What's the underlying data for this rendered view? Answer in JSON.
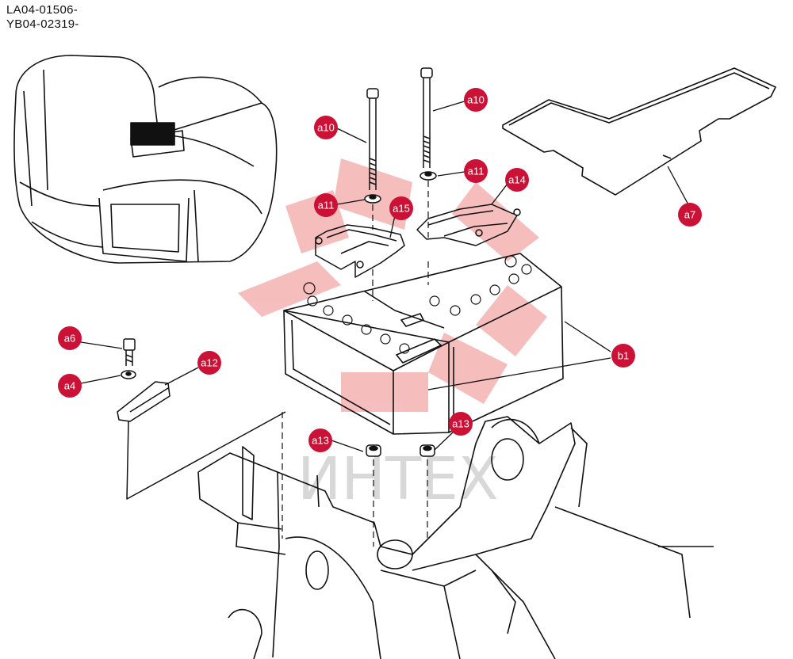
{
  "header": {
    "serial_lines": [
      "LA04-01506-",
      "YB04-02319-"
    ]
  },
  "watermark": {
    "text": "ИНТЕХ",
    "logo_color": "#f3a8a8",
    "text_color": "#cfcfcf"
  },
  "callout_color": "#cc1136",
  "line_color": "#111111",
  "callouts": [
    {
      "id": "a10-left",
      "label": "a10"
    },
    {
      "id": "a10-right",
      "label": "a10"
    },
    {
      "id": "a11-left",
      "label": "a11"
    },
    {
      "id": "a11-right",
      "label": "a11"
    },
    {
      "id": "a14",
      "label": "a14"
    },
    {
      "id": "a15",
      "label": "a15"
    },
    {
      "id": "a7",
      "label": "a7"
    },
    {
      "id": "b1",
      "label": "b1"
    },
    {
      "id": "a6",
      "label": "a6"
    },
    {
      "id": "a4",
      "label": "a4"
    },
    {
      "id": "a12",
      "label": "a12"
    },
    {
      "id": "a13-left",
      "label": "a13"
    },
    {
      "id": "a13-right",
      "label": "a13"
    }
  ]
}
